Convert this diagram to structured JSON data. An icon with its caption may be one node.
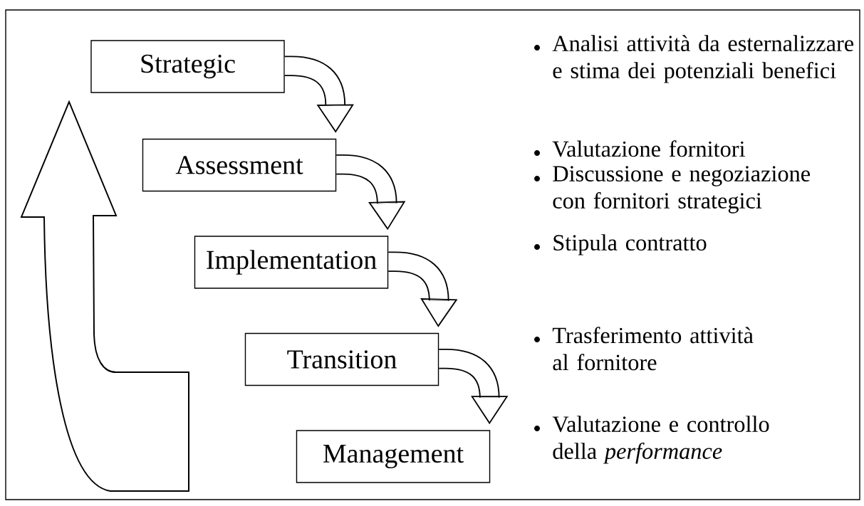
{
  "diagram": {
    "nodes": [
      {
        "text": [
          "Strategic"
        ]
      },
      {
        "text": [
          "Assessment"
        ]
      },
      {
        "text": [
          "Implementation"
        ]
      },
      {
        "text": [
          "Transition"
        ]
      },
      {
        "text": [
          "Management"
        ]
      }
    ],
    "edges": [
      {
        "from": 0,
        "to": 1,
        "arrow": "to"
      },
      {
        "from": 1,
        "to": 2,
        "arrow": "to"
      },
      {
        "from": 2,
        "to": 3,
        "arrow": "to"
      },
      {
        "from": 3,
        "to": 4,
        "arrow": "to"
      }
    ],
    "labels": [
      "Analisi attività da esternalizzare e stima dei potenziali benefici",
      "Valutazione fornitori",
      "Discussione e negoziazione con fornitori strategici",
      "Stipula contratto",
      "Trasferimento attività al fornitore",
      "Valutazione e controllo della *performance*"
    ]
  }
}
